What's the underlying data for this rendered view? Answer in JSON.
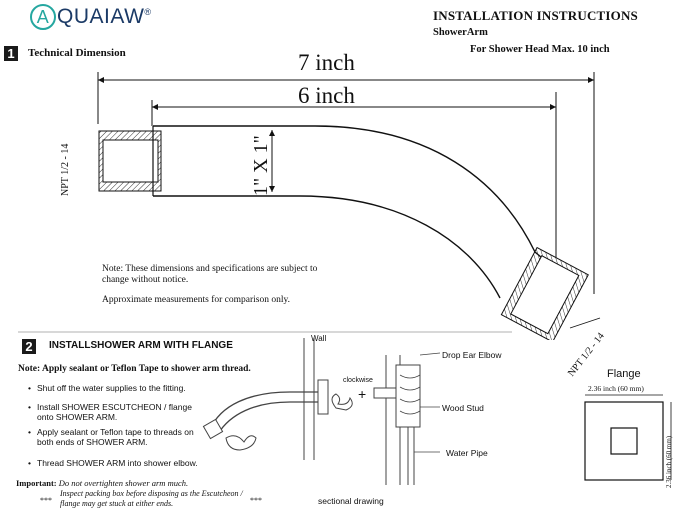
{
  "brand": {
    "logo_letter": "A",
    "logo_rest": "QUAIAW",
    "trademark": "®"
  },
  "header": {
    "title": "INSTALLATION INSTRUCTIONS",
    "subtitle": "ShowerArm",
    "spec": "For Shower Head Max. 10 inch"
  },
  "section1": {
    "number": "1",
    "heading": "Technical Dimension",
    "dim_total": "7 inch",
    "dim_arm": "6 inch",
    "dim_pipe": "1\" X 1\"",
    "npt_left": "NPT 1/2 - 14",
    "npt_right": "NPT 1/2 - 14",
    "note": "Note: These dimensions and specifications are subject to change without notice.",
    "approx": "Approximate measurements for comparison only."
  },
  "flange": {
    "label": "Flange",
    "width": "2.36 inch (60 mm)",
    "height": "2.36 inch (60 mm)"
  },
  "section2": {
    "number": "2",
    "heading": "INSTALLSHOWER ARM WITH FLANGE",
    "subnote": "Note: Apply sealant or Teflon Tape to shower arm thread.",
    "steps": [
      "Shut off the water supplies to the fitting.",
      "Install SHOWER ESCUTCHEON / flange onto SHOWER ARM.",
      "Apply sealant or Teflon tape to threads on both ends of SHOWER ARM.",
      "Thread SHOWER ARM into shower elbow."
    ],
    "important_label": "Important:",
    "important_text": "Do not overtighten shower arm much.",
    "inspect_text": "Inspect packing box before disposing as the Escutcheon / flange may get stuck at either ends.",
    "stars": "***"
  },
  "diagram": {
    "wall": "Wall",
    "clockwise": "clockwise",
    "plus": "+",
    "drop_ear": "Drop Ear Elbow",
    "wood_stud": "Wood Stud",
    "water_pipe": "Water Pipe",
    "caption": "sectional drawing"
  }
}
